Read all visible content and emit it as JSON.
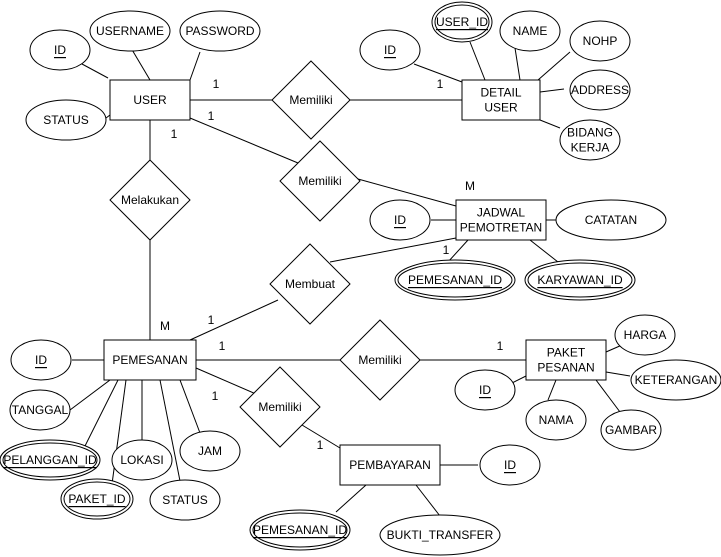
{
  "entities": {
    "user": [
      "USER"
    ],
    "detail_user": [
      "DETAIL",
      "USER"
    ],
    "jadwal": [
      "JADWAL",
      "PEMOTRETAN"
    ],
    "pemesanan": [
      "PEMESANAN"
    ],
    "paket": [
      "PAKET",
      "PESANAN"
    ],
    "pembayaran": [
      "PEMBAYARAN"
    ]
  },
  "relationships": {
    "memiliki_detail": "Memiliki",
    "memiliki_jadwal": "Memiliki",
    "melakukan": "Melakukan",
    "membuat": "Membuat",
    "memiliki_paket": "Memiliki",
    "memiliki_bayar": "Memiliki"
  },
  "attributes": {
    "u_id": [
      "ID"
    ],
    "u_username": [
      "USERNAME"
    ],
    "u_password": [
      "PASSWORD"
    ],
    "u_status": [
      "STATUS"
    ],
    "d_userid": [
      "USER_ID"
    ],
    "d_name": [
      "NAME"
    ],
    "d_nohp": [
      "NOHP"
    ],
    "d_id": [
      "ID"
    ],
    "d_address": [
      "ADDRESS"
    ],
    "d_bidang": [
      "BIDANG",
      "KERJA"
    ],
    "j_id": [
      "ID"
    ],
    "j_catatan": [
      "CATATAN"
    ],
    "j_pemesanan": [
      "PEMESANAN_ID"
    ],
    "j_karyawan": [
      "KARYAWAN_ID"
    ],
    "p_id": [
      "ID"
    ],
    "p_tanggal": [
      "TANGGAL"
    ],
    "p_pelanggan": [
      "PELANGGAN_ID"
    ],
    "p_lokasi": [
      "LOKASI"
    ],
    "p_jam": [
      "JAM"
    ],
    "p_paket": [
      "PAKET_ID"
    ],
    "p_status": [
      "STATUS"
    ],
    "k_harga": [
      "HARGA"
    ],
    "k_keterangan": [
      "KETERANGAN"
    ],
    "k_id": [
      "ID"
    ],
    "k_nama": [
      "NAMA"
    ],
    "k_gambar": [
      "GAMBAR"
    ],
    "b_id": [
      "ID"
    ],
    "b_pemesanan": [
      "PEMESANAN_ID"
    ],
    "b_bukti": [
      "BUKTI_TRANSFER"
    ]
  },
  "cardinalities": {
    "c1": "1",
    "c2": "1",
    "c3": "1",
    "c4": "1",
    "c5": "M",
    "c6": "1",
    "c7": "1",
    "c8": "M",
    "c9": "1",
    "c10": "1",
    "c11": "1",
    "c12": "1"
  }
}
